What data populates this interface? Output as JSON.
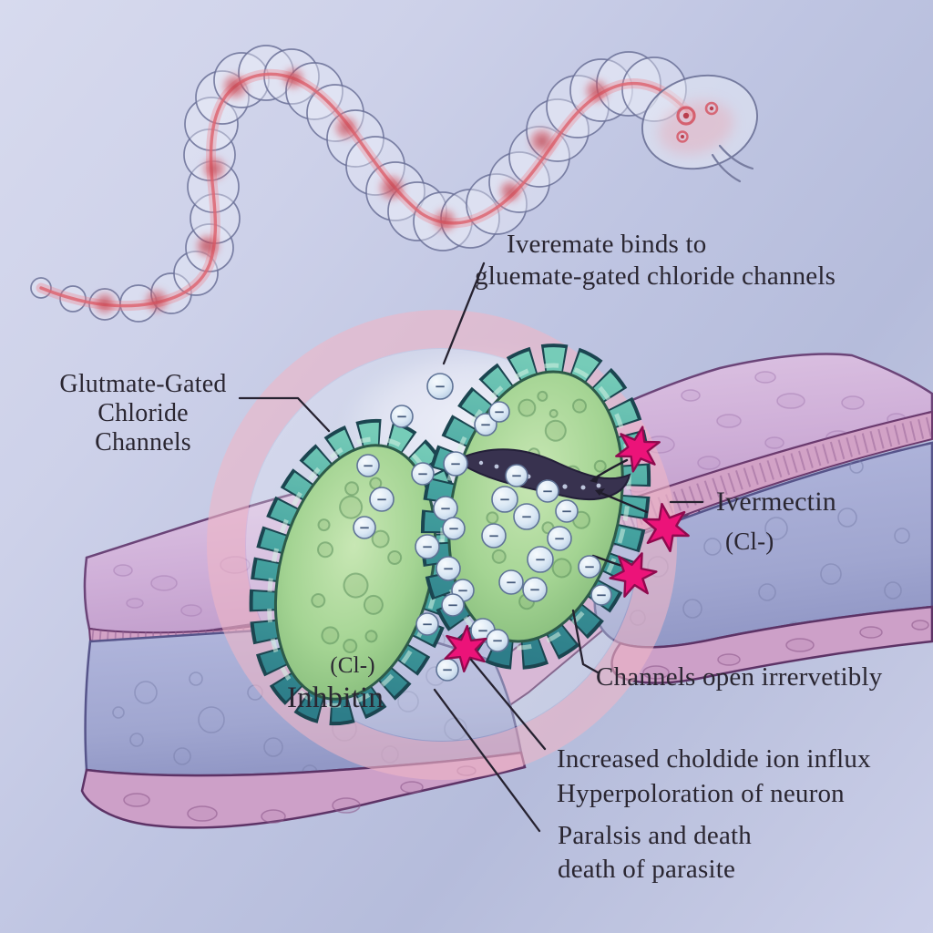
{
  "figure": {
    "labels": {
      "binding": {
        "line1": "Iveremate binds to",
        "line2": "gluemate-gated chloride channels"
      },
      "glutamate_channels": {
        "line1": "Glutmate-Gated",
        "line2": "Chloride",
        "line3": "Channels"
      },
      "ivermectin": {
        "name": "Ivermectin",
        "ion": "(Cl-)"
      },
      "inhibition": {
        "ion": "(Cl-)",
        "word": "Inhbitin"
      },
      "channels_open": {
        "text": "Channels open irrervetibly"
      },
      "influx": {
        "line1": "Increased choldide ion influx",
        "line2": "Hyperpoloration of neuron"
      },
      "paralysis": {
        "line1": "Paralsis and death",
        "line2": "death of parasite"
      }
    },
    "ions": {
      "charge_symbol": "−"
    },
    "colors": {
      "background": "#c3c9e3",
      "halo_ring": "#efb6c6",
      "membrane_top_face": "#d0b2d8",
      "membrane_side_face": "#a3a9d2",
      "membrane_bottom_layer": "#cda0c8",
      "channel_body_green": "#9fd08d",
      "channel_teeth_teal": "#3f9a96",
      "chloride_ion_blue": "#cfe0f0",
      "ivermectin_star_pink": "#ec1379",
      "worm_nerve_red": "#dd6672",
      "label_text": "#2a2631"
    }
  }
}
